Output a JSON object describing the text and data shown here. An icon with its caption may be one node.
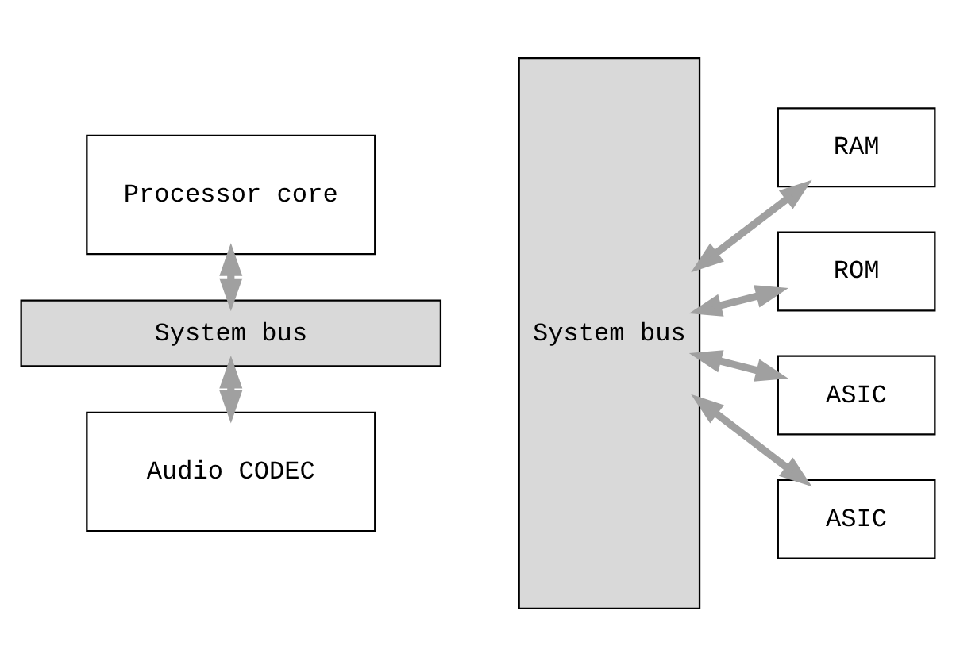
{
  "diagram": {
    "nodes": [
      {
        "text": [
          "Processor core"
        ]
      },
      {
        "text": [
          "System bus"
        ]
      },
      {
        "text": [
          "System bus"
        ]
      },
      {
        "text": [
          "Audio CODEC"
        ]
      },
      {
        "text": [
          "RAM"
        ]
      },
      {
        "text": [
          "ROM"
        ]
      },
      {
        "text": [
          "ASIC"
        ]
      },
      {
        "text": [
          "ASIC"
        ]
      }
    ],
    "edges": [
      {
        "from": 0,
        "to": 1,
        "arrow": "both"
      },
      {
        "from": 1,
        "to": 3,
        "arrow": "both"
      },
      {
        "from": 2,
        "to": 4,
        "arrow": "both"
      },
      {
        "from": 2,
        "to": 5,
        "arrow": "both"
      },
      {
        "from": 2,
        "to": 6,
        "arrow": "both"
      },
      {
        "from": 2,
        "to": 7,
        "arrow": "both"
      }
    ]
  }
}
